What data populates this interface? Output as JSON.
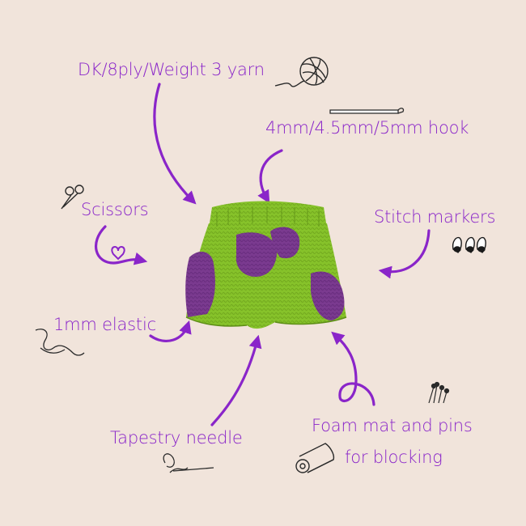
{
  "labels": {
    "yarn": "DK/8ply/Weight 3 yarn",
    "hook": "4mm/4.5mm/5mm hook",
    "scissors": "Scissors",
    "stitch_markers": "Stitch markers",
    "elastic": "1mm elastic",
    "needle": "Tapestry needle",
    "foam_line1": "Foam mat and pins",
    "foam_line2": "for blocking"
  },
  "colors": {
    "background": "#f1e4db",
    "accent_purple": "#8a25c9",
    "shorts_green": "#86c22a",
    "shorts_purple": "#7a3a8f",
    "sketch_ink": "#2a2a2a"
  },
  "icons": [
    "yarn-ball-icon",
    "crochet-hook-icon",
    "scissors-icon",
    "heart-icon",
    "stitch-markers-icon",
    "elastic-thread-icon",
    "tapestry-needle-icon",
    "pins-icon",
    "foam-mat-icon"
  ]
}
